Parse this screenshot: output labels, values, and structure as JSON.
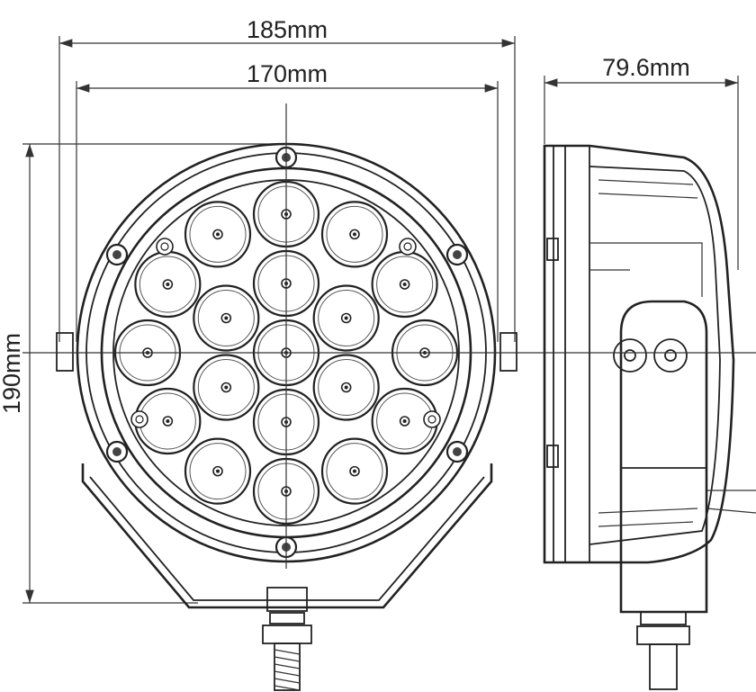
{
  "dimensions": {
    "overall_width": "185mm",
    "lens_width": "170mm",
    "depth": "79.6mm",
    "height": "190mm"
  },
  "colors": {
    "line": "#222222",
    "background": "#ffffff"
  },
  "front_view": {
    "led_count": 19,
    "screw_count": 6
  }
}
